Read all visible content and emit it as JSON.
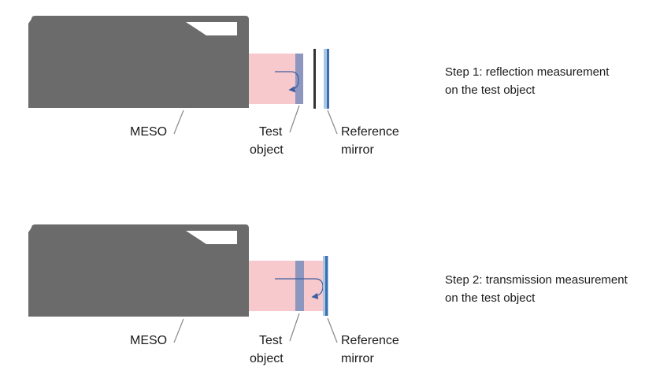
{
  "colors": {
    "meso_body": "#6b6b6b",
    "meso_window": "#ffffff",
    "beam": "#f7c9cc",
    "test_object": "#8c96bf",
    "mirror_light": "#a9c6e3",
    "mirror_dark": "#3a6fb0",
    "blocker": "#333333",
    "leader": "#888888",
    "arrow": "#3f5fa0"
  },
  "icons": {
    "reflection_arrow": "curved-arrow-icon",
    "transmission_arrow": "curved-arrow-icon"
  },
  "panels": [
    {
      "meso_label": "MESO",
      "test_label": [
        "Test",
        "object"
      ],
      "mirror_label": [
        "Reference",
        "mirror"
      ],
      "step_text": [
        "Step 1: reflection measurement",
        "on the test object"
      ]
    },
    {
      "meso_label": "MESO",
      "test_label": [
        "Test",
        "object"
      ],
      "mirror_label": [
        "Reference",
        "mirror"
      ],
      "step_text": [
        "Step 2: transmission measurement",
        "on the test object"
      ]
    }
  ]
}
